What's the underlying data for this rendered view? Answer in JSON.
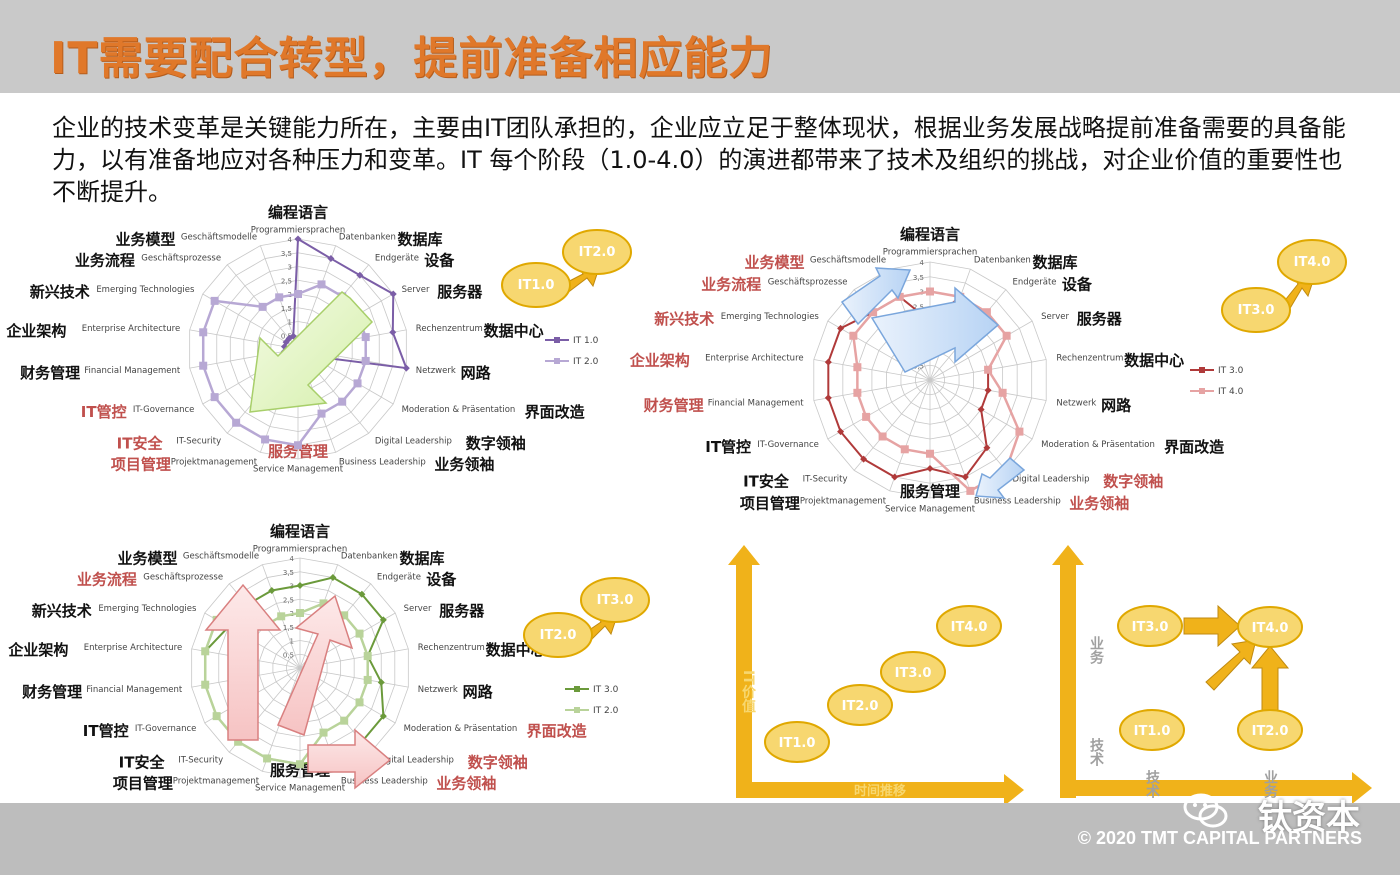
{
  "title": "IT需要配合转型，提前准备相应能力",
  "intro": "企业的技术变革是关键能力所在，主要由IT团队承担的，企业应立足于整体现状，根据业务发展战略提前准备需要的具备能力，以有准备地应对各种压力和变革。IT 每个阶段（1.0-4.0）的演进都带来了技术及组织的挑战，对企业价值的重要性也不断提升。",
  "footer": {
    "copyright": "© 2020 TMT CAPITAL PARTNERS",
    "watermark": "钛资本"
  },
  "colors": {
    "title": "#e0782a",
    "gold": "#f0b21a",
    "it1": "#7b5ea7",
    "it2": "#b7a8d4",
    "it2g": "#6b9a3b",
    "it3g": "#b9d39a",
    "it3": "#b03a3a",
    "it4": "#e6a3a3"
  },
  "axes": [
    {
      "de": "Programmiersprachen",
      "zh": "编程语言"
    },
    {
      "de": "Datenbanken",
      "zh": "数据库"
    },
    {
      "de": "Endgeräte",
      "zh": "设备"
    },
    {
      "de": "Server",
      "zh": "服务器"
    },
    {
      "de": "Rechenzentrum",
      "zh": "数据中心"
    },
    {
      "de": "Netzwerk",
      "zh": "网路"
    },
    {
      "de": "Moderation & Präsentation",
      "zh": "界面改造"
    },
    {
      "de": "Digital Leadership",
      "zh": "数字领袖"
    },
    {
      "de": "Business Leadership",
      "zh": "业务领袖"
    },
    {
      "de": "Service Management",
      "zh": "服务管理"
    },
    {
      "de": "Projektmanagement",
      "zh": "项目管理"
    },
    {
      "de": "IT-Security",
      "zh": "IT安全"
    },
    {
      "de": "IT-Governance",
      "zh": "IT管控"
    },
    {
      "de": "Financial Management",
      "zh": "财务管理"
    },
    {
      "de": "Enterprise Architecture",
      "zh": "企业架构"
    },
    {
      "de": "Emerging Technologies",
      "zh": "新兴技术"
    },
    {
      "de": "Geschäftsprozesse",
      "zh": "业务流程"
    },
    {
      "de": "Geschäftsmodelle",
      "zh": "业务模型"
    }
  ],
  "scale_ticks": [
    "0",
    "0,5",
    "1",
    "1,5",
    "2",
    "2,5",
    "3",
    "3,5",
    "4"
  ],
  "radars": [
    {
      "series": [
        {
          "name": "IT 1.0",
          "values": [
            4,
            3.5,
            3.5,
            4,
            3.5,
            4,
            0.5,
            0.5,
            0.5,
            0.5,
            0.5,
            0.5,
            0.5,
            0.5,
            0.5,
            0.5,
            0.5,
            0.5
          ]
        },
        {
          "name": "IT 2.0",
          "values": [
            2,
            2.5,
            2.5,
            2.5,
            2.5,
            2.5,
            2.5,
            2.5,
            2.5,
            3.5,
            3.5,
            3.5,
            3.5,
            3.5,
            3.5,
            3.5,
            2,
            2
          ]
        }
      ],
      "highlight": [
        9,
        10,
        11,
        12
      ],
      "bubbles": [
        "IT1.0",
        "IT2.0"
      ]
    },
    {
      "series": [
        {
          "name": "IT 3.0",
          "values": [
            3,
            3.5,
            3.5,
            3.5,
            2.5,
            3,
            3.5,
            3.5,
            3.5,
            3.5,
            3.5,
            3.5,
            3.5,
            3.5,
            3.5,
            3,
            3,
            3
          ]
        },
        {
          "name": "IT 2.0",
          "values": [
            2,
            2.5,
            2.5,
            2.5,
            2.5,
            2.5,
            2.5,
            2.5,
            2.5,
            3.5,
            3.5,
            3.5,
            3.5,
            3.5,
            3.5,
            3.5,
            2,
            2
          ]
        }
      ],
      "highlight": [
        6,
        7,
        8,
        16
      ],
      "bubbles": [
        "IT2.0",
        "IT3.0"
      ]
    },
    {
      "series": [
        {
          "name": "IT 3.0",
          "values": [
            2,
            3,
            3,
            3,
            2,
            2,
            2,
            3,
            3.5,
            3,
            3.5,
            3.5,
            3.5,
            3.5,
            3.5,
            3.5,
            3,
            3
          ]
        },
        {
          "name": "IT 4.0",
          "values": [
            3,
            3,
            3,
            3,
            2,
            2.5,
            3.5,
            4,
            4,
            2.5,
            2.5,
            2.5,
            2.5,
            2.5,
            2.5,
            3,
            3,
            3
          ]
        }
      ],
      "highlight": [
        7,
        8,
        13,
        14,
        15,
        16,
        17
      ],
      "bubbles": [
        "IT3.0",
        "IT4.0"
      ]
    }
  ],
  "growth": {
    "left": {
      "stages": [
        "IT1.0",
        "IT2.0",
        "IT3.0",
        "IT4.0"
      ],
      "yaxis": "IT价值",
      "xaxis": "时间推移"
    },
    "right": {
      "y_top": "业务",
      "y_bottom": "技术",
      "x_left": "技术",
      "x_right": "业务",
      "stages": [
        "IT3.0",
        "IT4.0",
        "IT1.0",
        "IT2.0"
      ]
    }
  }
}
